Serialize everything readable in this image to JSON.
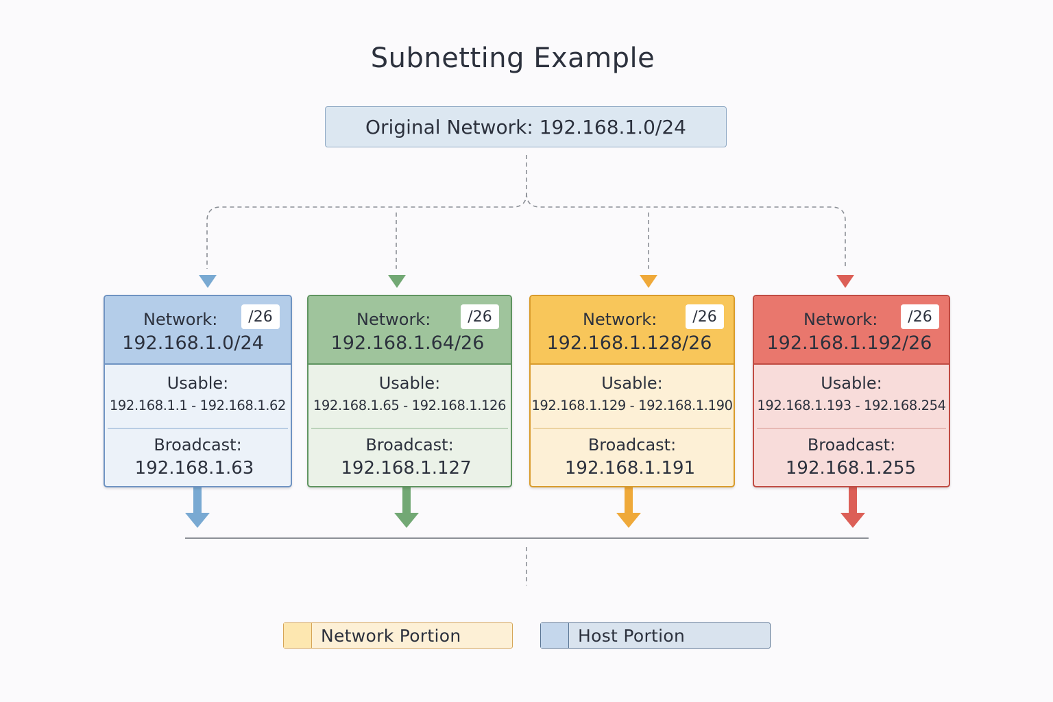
{
  "title": "Subnetting Example",
  "original": {
    "label": "Original Network:",
    "address": "192.168.1.0/24"
  },
  "subnets": [
    {
      "network_label": "Network:",
      "prefix": "/26",
      "network": "192.168.1.0/24",
      "usable_label": "Usable:",
      "usable": "192.168.1.1 - 192.168.1.62",
      "broadcast_label": "Broadcast:",
      "broadcast": "192.168.1.63",
      "colors": {
        "head": "#b4cde9",
        "body": "#ecf2f9",
        "border": "#6f93c2",
        "arrow": "#79a9d2",
        "sep": "#b8cde4"
      }
    },
    {
      "network_label": "Network:",
      "prefix": "/26",
      "network": "192.168.1.64/26",
      "usable_label": "Usable:",
      "usable": "192.168.1.65 - 192.168.1.126",
      "broadcast_label": "Broadcast:",
      "broadcast": "192.168.1.127",
      "colors": {
        "head": "#9fc49c",
        "body": "#ebf2e8",
        "border": "#5f9460",
        "arrow": "#72a874",
        "sep": "#bcd3bb"
      }
    },
    {
      "network_label": "Network:",
      "prefix": "/26",
      "network": "192.168.1.128/26",
      "usable_label": "Usable:",
      "usable": "192.168.1.129 - 192.168.1.190",
      "broadcast_label": "Broadcast:",
      "broadcast": "192.168.1.191",
      "colors": {
        "head": "#f8c65a",
        "body": "#fdf0d6",
        "border": "#d99b2b",
        "arrow": "#efa93a",
        "sep": "#ecd3a0"
      }
    },
    {
      "network_label": "Network:",
      "prefix": "/26",
      "network": "192.168.1.192/26",
      "usable_label": "Usable:",
      "usable": "192.168.1.193 - 192.168.254",
      "broadcast_label": "Broadcast:",
      "broadcast": "192.168.1.255",
      "colors": {
        "head": "#e9776d",
        "body": "#f8dcda",
        "border": "#c04b43",
        "arrow": "#dc5f57",
        "sep": "#e7b8b4"
      }
    }
  ],
  "legend": [
    {
      "label": "Network Portion",
      "swatch": "#fde7b0",
      "fill": "#fdf0d6",
      "border": "#d6a457"
    },
    {
      "label": "Host Portion",
      "swatch": "#c5d7ec",
      "fill": "#d9e3ee",
      "border": "#5a7594"
    }
  ]
}
